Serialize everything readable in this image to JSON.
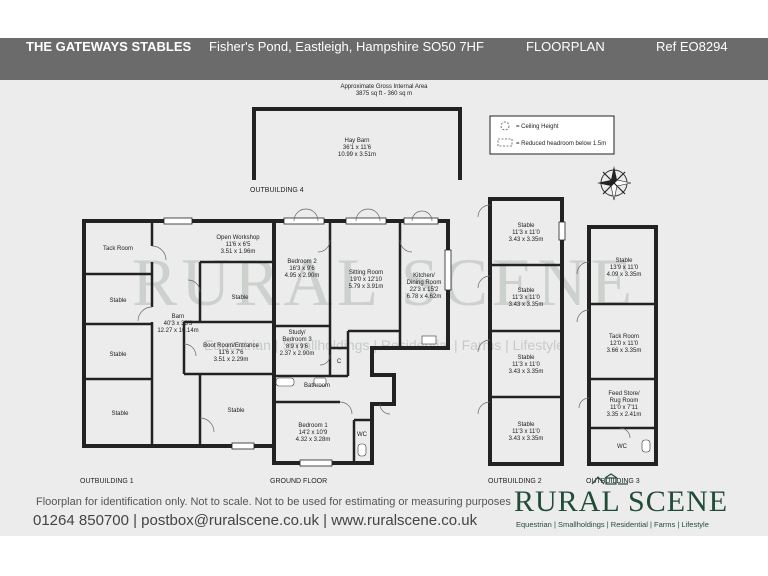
{
  "header": {
    "title": "THE GATEWAYS STABLES",
    "address": "Fisher's Pond, Eastleigh, Hampshire SO50 7HF",
    "type": "FLOORPLAN",
    "ref": "Ref EO8294"
  },
  "area": {
    "label": "Approximate Gross Internal Area",
    "value": "3875 sq ft - 360 sq m"
  },
  "legend": {
    "ceiling": "= Ceiling Height",
    "reduced": "= Reduced headroom below 1.5m"
  },
  "sections": {
    "outbuilding4": "OUTBUILDING 4",
    "outbuilding1": "OUTBUILDING 1",
    "ground": "GROUND FLOOR",
    "outbuilding2": "OUTBUILDING 2",
    "outbuilding3": "OUTBUILDING 3"
  },
  "rooms": {
    "hay_barn": [
      "Hay Barn",
      "36'1 x 11'6",
      "10.99 x 3.51m"
    ],
    "tack_room_1": [
      "Tack Room"
    ],
    "open_workshop": [
      "Open Workshop",
      "11'6 x 6'5",
      "3.51 x 1.96m"
    ],
    "stable_1a": [
      "Stable"
    ],
    "stable_1b": [
      "Stable"
    ],
    "barn": [
      "Barn",
      "40'3 x 33'3",
      "12.27 x 10.14m"
    ],
    "stable_1c": [
      "Stable"
    ],
    "boot_room": [
      "Boot Room/Entrance",
      "11'6 x 7'6",
      "3.51 x 2.29m"
    ],
    "stable_1d": [
      "Stable"
    ],
    "stable_1e": [
      "Stable"
    ],
    "bedroom2": [
      "Bedroom 2",
      "16'3 x 9'6",
      "4.95 x 2.90m"
    ],
    "study": [
      "Study/",
      "Bedroom 3",
      "8'9 x 9'6",
      "2.37 x 2.90m"
    ],
    "cupboard": [
      "C"
    ],
    "bathroom": [
      "Bathroom"
    ],
    "bedroom1": [
      "Bedroom 1",
      "14'2 x 10'9",
      "4.32 x 3.28m"
    ],
    "wc_ground": [
      "WC"
    ],
    "sitting": [
      "Sitting Room",
      "19'0 x 12'10",
      "5.79 x 3.91m"
    ],
    "kitchen": [
      "Kitchen/",
      "Dining Room",
      "22'3 x 15'2",
      "6.78 x 4.62m"
    ],
    "stable_2a": [
      "Stable",
      "11'3 x 11'0",
      "3.43 x 3.35m"
    ],
    "stable_2b": [
      "Stable",
      "11'3 x 11'0",
      "3.43 x 3.35m"
    ],
    "stable_2c": [
      "Stable",
      "11'3 x 11'0",
      "3.43 x 3.35m"
    ],
    "stable_2d": [
      "Stable",
      "11'3 x 11'0",
      "3.43 x 3.35m"
    ],
    "stable_3": [
      "Stable",
      "13'9 x 11'0",
      "4.09 x 3.35m"
    ],
    "tack_room_3": [
      "Tack Room",
      "12'0 x 11'0",
      "3.66 x 3.35m"
    ],
    "feed_store": [
      "Feed Store/",
      "Rug Room",
      "11'0 x 7'11",
      "3.35 x 2.41m"
    ],
    "wc_3": [
      "WC"
    ]
  },
  "watermark": "RURAL SCENE",
  "watermark_tag": "Equestrian | Smallholdings | Residential | Farms | Lifestyle",
  "footer": {
    "note": "Floorplan for identification only. Not to scale. Not to be used for estimating or measuring purposes",
    "contact": "01264 850700 | postbox@ruralscene.co.uk | www.ruralscene.co.uk"
  },
  "logo": {
    "name": "RURAL SCENE",
    "tagline": "Equestrian | Smallholdings | Residential | Farms | Lifestyle"
  },
  "colors": {
    "header_bg": "#6b6b6b",
    "plan_bg": "#ececec",
    "wall": "#222222",
    "brand": "#1e4d38"
  }
}
